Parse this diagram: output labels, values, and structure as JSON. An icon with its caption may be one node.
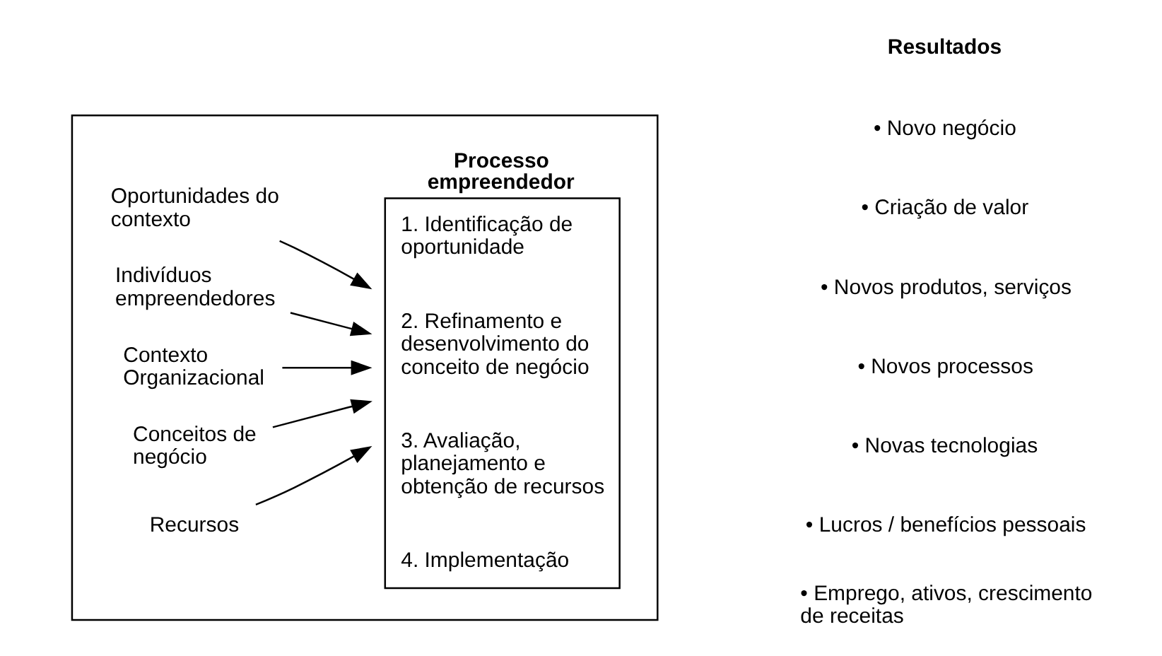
{
  "diagram": {
    "nodes": [
      {
        "text": [],
        "shape": "box"
      },
      {
        "text": [
          "Oportunidades do contexto"
        ],
        "in": 0
      },
      {
        "text": [
          "Indivíduos empreendedores"
        ],
        "in": 0
      },
      {
        "text": [
          "Contexto Organizacional"
        ],
        "in": 0
      },
      {
        "text": [
          "Conceitos de negócio"
        ],
        "in": 0
      },
      {
        "text": [
          "Recursos"
        ],
        "in": 0
      },
      {
        "text": [
          "Processo empreendedor",
          "1. Identificação de oportunidade",
          "2. Refinamento e desenvolvimento do conceito de negócio",
          "3. Avaliação, planejamento e obtenção de recursos",
          "4. Implementação"
        ],
        "in": 0
      }
    ],
    "edges": [
      {
        "from": 1,
        "to": 6,
        "arrow": "to"
      },
      {
        "from": 2,
        "to": 6,
        "arrow": "to"
      },
      {
        "from": 3,
        "to": 6,
        "arrow": "to"
      },
      {
        "from": 4,
        "to": 6,
        "arrow": "to"
      },
      {
        "from": 5,
        "to": 6,
        "arrow": "to"
      }
    ],
    "labels": [
      "Resultados",
      "• Novo negócio",
      "• Criação de valor",
      "• Novos produtos, serviços",
      "• Novos processos",
      "• Novas tecnologias",
      "• Lucros / benefícios pessoais",
      "• Emprego, ativos, crescimento de receitas"
    ]
  }
}
